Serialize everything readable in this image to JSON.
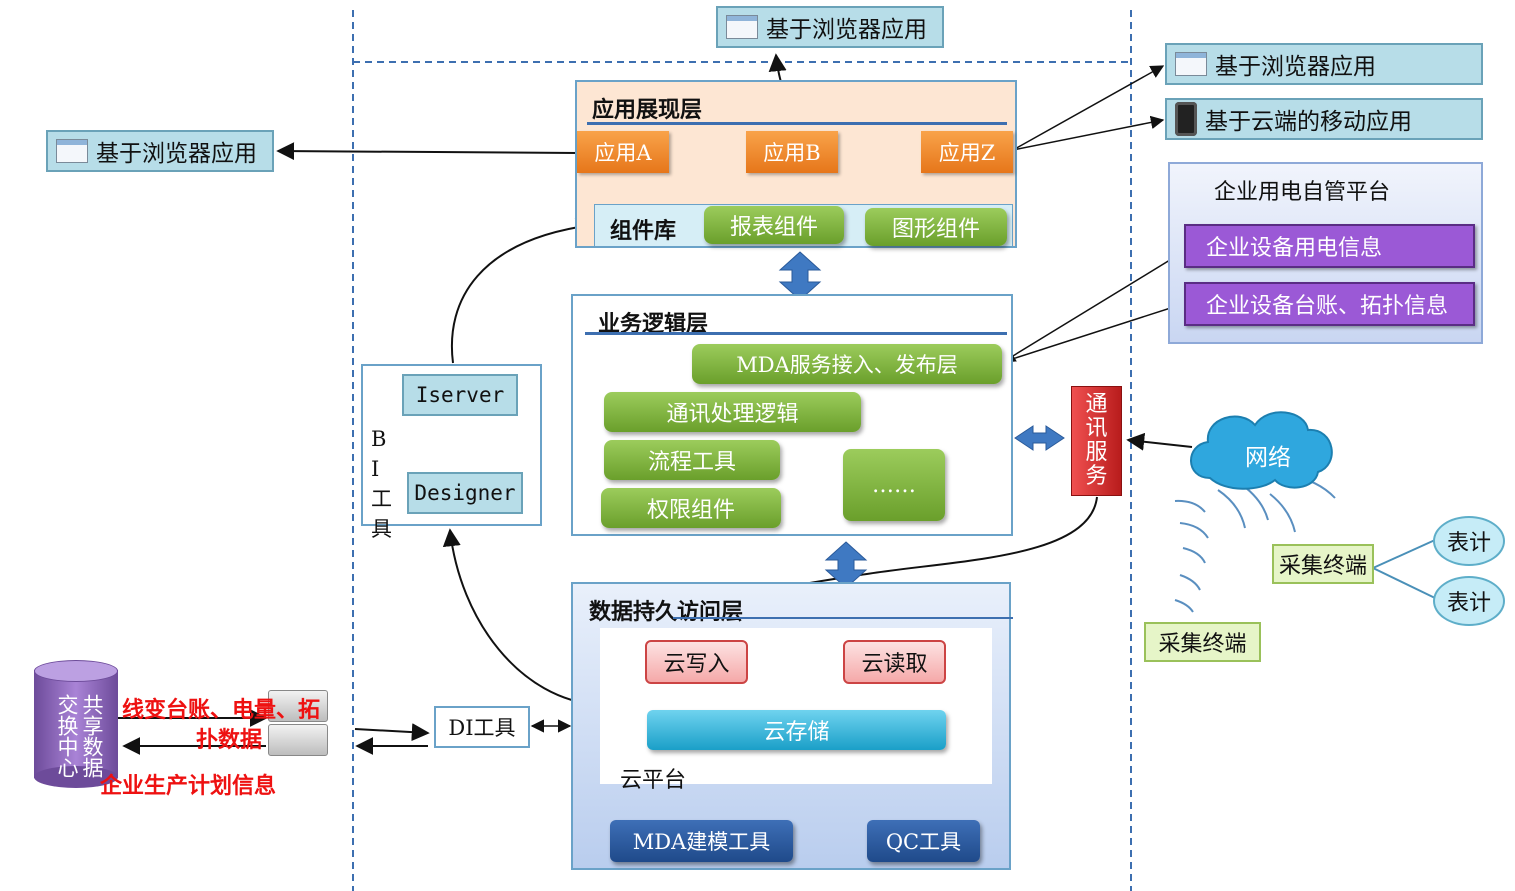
{
  "top_browser": "基于浏览器应用",
  "right_browser": "基于浏览器应用",
  "right_mobile": "基于云端的移动应用",
  "left_browser": "基于浏览器应用",
  "presentation_layer": {
    "title": "应用展现层",
    "apps": [
      "应用A",
      "应用B",
      "应用Z"
    ],
    "component_lib": "组件库",
    "components": [
      "报表组件",
      "图形组件"
    ]
  },
  "business_layer": {
    "title": "业务逻辑层",
    "mda_service": "MDA服务接入、发布层",
    "comm_logic": "通讯处理逻辑",
    "flow_tool": "流程工具",
    "permission": "权限组件",
    "ellipsis": "……"
  },
  "bi_tools": {
    "label": "BI工具",
    "iserver": "Iserver",
    "designer": "Designer"
  },
  "data_layer": {
    "title": "数据持久访问层",
    "cloud_write": "云写入",
    "cloud_read": "云读取",
    "cloud_storage": "云存储",
    "cloud_platform": "云平台",
    "mda_modeling": "MDA建模工具",
    "qc_tool": "QC工具"
  },
  "enterprise_platform": {
    "title": "企业用电自管平台",
    "device_power": "企业设备用电信息",
    "device_ledger": "企业设备台账、拓扑信息"
  },
  "comm_service": "通讯服务",
  "network": "网络",
  "collectors": [
    "采集终端",
    "采集终端"
  ],
  "meters": [
    "表计",
    "表计"
  ],
  "di_tool": "DI工具",
  "shared_center": "共享数据交换中心",
  "red_labels": {
    "line1": "线变台账、电量、拓",
    "line2": "扑数据",
    "line3": "企业生产计划信息"
  },
  "colors": {
    "divider": "#3d6fb0",
    "orange": "#f28c2e",
    "green": "#7cb342",
    "purple": "#9b59d6",
    "navy": "#1f4a8a",
    "red_text": "#e11111"
  }
}
